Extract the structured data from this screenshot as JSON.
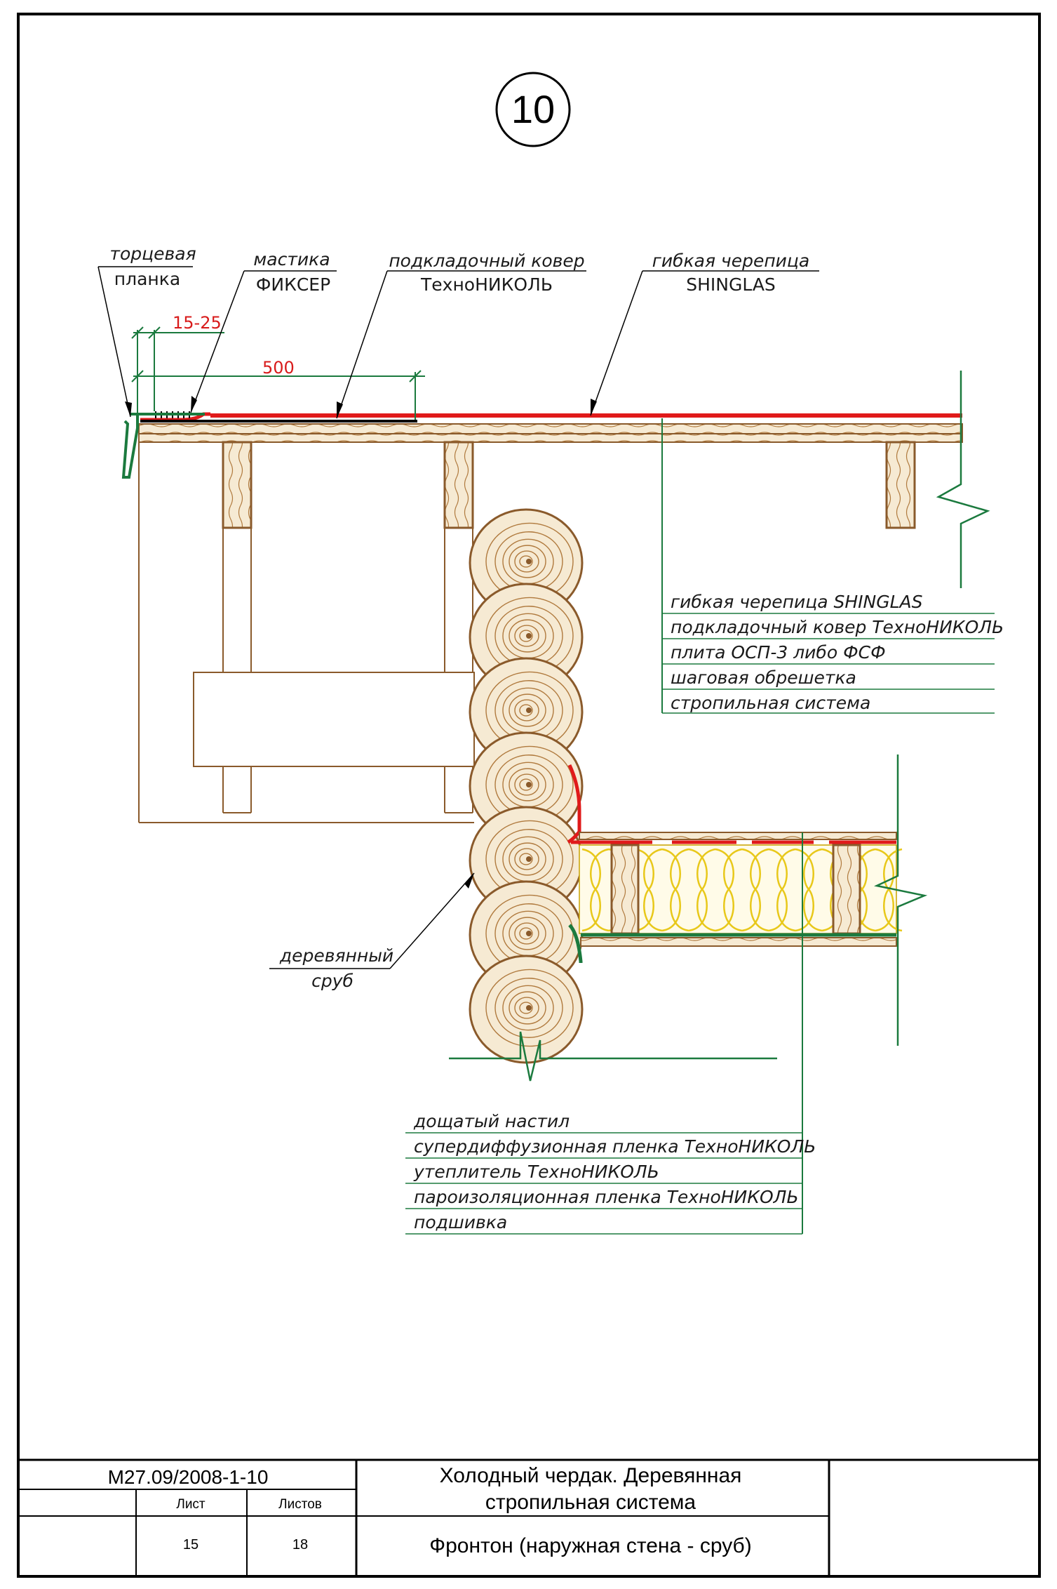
{
  "detail_number": "10",
  "callouts": {
    "end_plank": [
      "торцевая",
      "планка"
    ],
    "mastic": [
      "мастика",
      "ФИКСЕР"
    ],
    "underlay": [
      "подкладочный ковер",
      "ТехноНИКОЛЬ"
    ],
    "shingle": [
      "гибкая черепица",
      "SHINGLAS"
    ],
    "log_wall": [
      "деревянный",
      "сруб"
    ]
  },
  "dimensions": {
    "overlap": "15-25",
    "underlay_width": "500"
  },
  "roof_layers": [
    "гибкая черепица SHINGLAS",
    "подкладочный ковер ТехноНИКОЛЬ",
    "плита ОСП-3 либо ФСФ",
    "шаговая обрешетка",
    "стропильная система"
  ],
  "floor_layers": [
    "дощатый настил",
    "супердиффузионная пленка ТехноНИКОЛЬ",
    "утеплитель ТехноНИКОЛЬ",
    "пароизоляционная пленка ТехноНИКОЛЬ",
    "подшивка"
  ],
  "title_block": {
    "code": "М27.09/2008-1-10",
    "sheet_label": "Лист",
    "sheets_label": "Листов",
    "sheet_value": "15",
    "sheets_value": "18",
    "title_line1": "Холодный чердак. Деревянная",
    "title_line2": "стропильная система",
    "subtitle": "Фронтон (наружная стена - сруб)"
  },
  "colors": {
    "membrane_red": "#e01a1a",
    "leader_green": "#1b7a3e",
    "insulation_yellow": "#e8c81a",
    "wood_brown": "#8a5a2b",
    "wood_fill": "#f6ead3"
  }
}
